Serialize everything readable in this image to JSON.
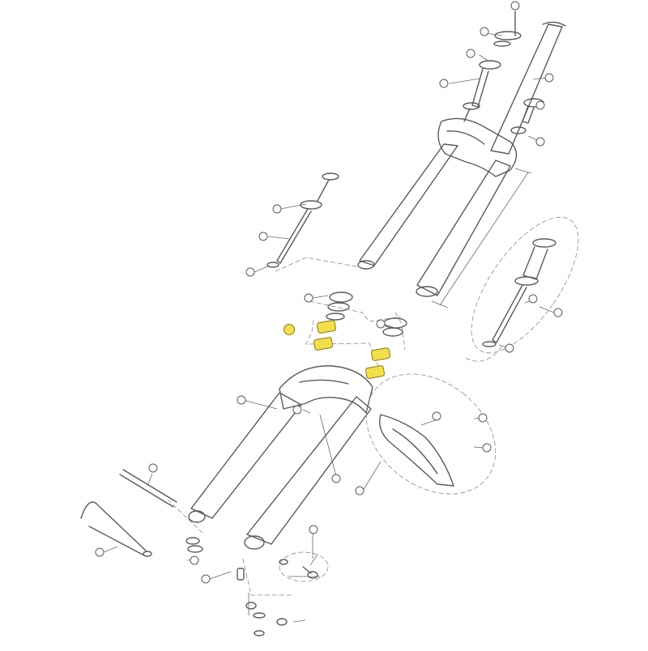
{
  "diagram": {
    "colors": {
      "line": "#5a5a5a",
      "light": "#9a9a9a",
      "highlight": "#f2e04a",
      "highlight_stroke": "#8a7a10"
    },
    "callouts": [
      {
        "id": "callout-1"
      },
      {
        "id": "callout-2"
      },
      {
        "id": "callout-3"
      },
      {
        "id": "callout-4"
      },
      {
        "id": "callout-5"
      },
      {
        "id": "callout-6"
      },
      {
        "id": "callout-7"
      },
      {
        "id": "callout-8"
      },
      {
        "id": "callout-9"
      },
      {
        "id": "callout-10"
      },
      {
        "id": "callout-11"
      },
      {
        "id": "callout-12"
      },
      {
        "id": "callout-13"
      },
      {
        "id": "callout-14"
      },
      {
        "id": "callout-15"
      },
      {
        "id": "callout-16"
      },
      {
        "id": "callout-17"
      },
      {
        "id": "callout-18"
      },
      {
        "id": "callout-19"
      },
      {
        "id": "callout-20"
      },
      {
        "id": "callout-21"
      },
      {
        "id": "callout-22"
      },
      {
        "id": "callout-23"
      },
      {
        "id": "callout-24"
      },
      {
        "id": "callout-25"
      },
      {
        "id": "callout-26"
      },
      {
        "id": "callout-27"
      },
      {
        "id": "callout-28"
      }
    ]
  }
}
